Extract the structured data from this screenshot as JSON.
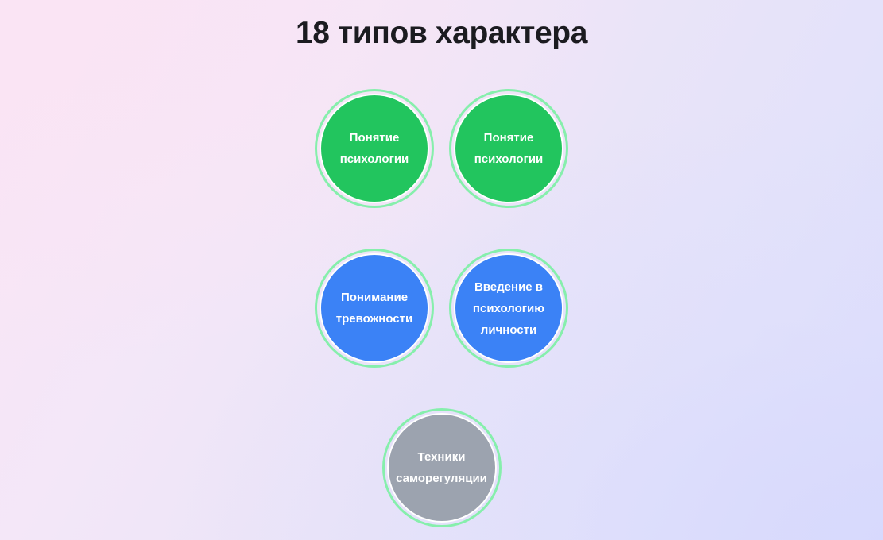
{
  "page": {
    "title": "18 типов характера",
    "background_gradient_start": "#fae5f5",
    "background_gradient_end": "#dcdcfb",
    "title_color": "#1b1b20"
  },
  "diagram": {
    "ring_color": "#86efac",
    "ring_gap_color": "#ffffff",
    "label_color": "#ffffff",
    "rows": [
      {
        "nodes": [
          {
            "label": "Понятие психологии",
            "color": "#22c55e",
            "color_name": "green"
          },
          {
            "label": "Понятие психологии",
            "color": "#22c55e",
            "color_name": "green"
          }
        ]
      },
      {
        "nodes": [
          {
            "label": "Понимание тревожности",
            "color": "#3b82f6",
            "color_name": "blue"
          },
          {
            "label": "Введение в психологию личности",
            "color": "#3b82f6",
            "color_name": "blue"
          }
        ]
      },
      {
        "nodes": [
          {
            "label": "Техники саморегуляции",
            "color": "#9ca3af",
            "color_name": "gray"
          }
        ]
      }
    ]
  }
}
